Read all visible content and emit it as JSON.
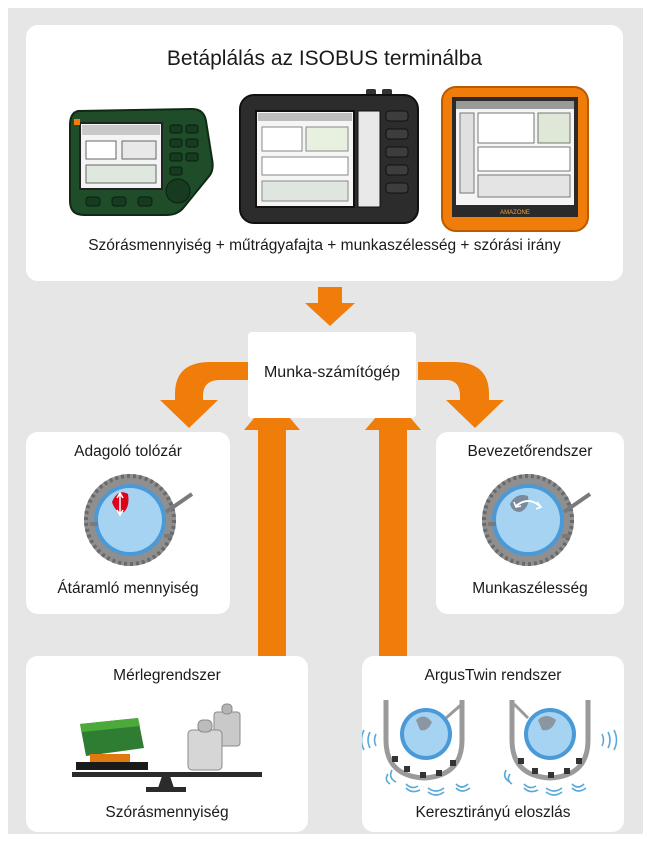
{
  "top": {
    "title": "Betáplálás az ISOBUS terminálba",
    "caption": "Szórásmennyiség + műtrágyafajta + munkaszélesség + szórási irány",
    "terminal_brand": "AMAZONE"
  },
  "center": {
    "label": "Munka-számítógép"
  },
  "left_mid": {
    "title": "Adagoló tolózár",
    "caption": "Átáramló mennyiség"
  },
  "right_mid": {
    "title": "Bevezetőrendszer",
    "caption": "Munkaszélesség"
  },
  "left_bottom": {
    "title": "Mérlegrendszer",
    "caption": "Szórásmennyiség"
  },
  "right_bottom": {
    "title": "ArgusTwin rendszer",
    "caption": "Keresztirányú eloszlás"
  },
  "colors": {
    "accent": "#f07d0a",
    "background": "#e6e6e6",
    "card": "#ffffff"
  }
}
